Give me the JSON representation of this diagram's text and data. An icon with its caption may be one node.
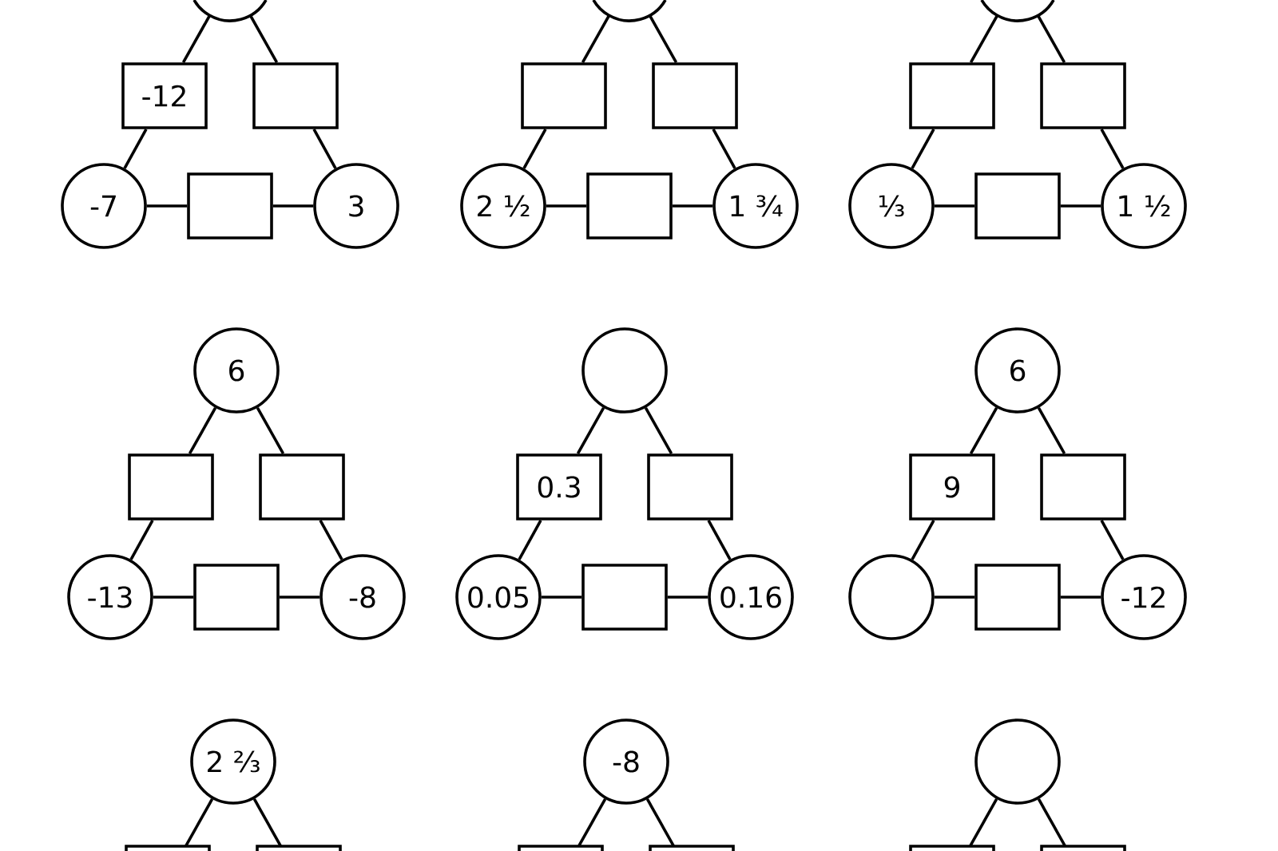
{
  "diagram": {
    "nodes": [
      {
        "text": [],
        "shape": "circle"
      },
      {
        "text": [
          "-12"
        ]
      },
      {
        "text": [],
        "shape": "box"
      },
      {
        "text": [
          "-7"
        ]
      },
      {
        "text": [],
        "shape": "box"
      },
      {
        "text": [
          "3"
        ]
      },
      {
        "text": [],
        "shape": "circle"
      },
      {
        "text": [],
        "shape": "box"
      },
      {
        "text": [],
        "shape": "box"
      },
      {
        "text": [
          "2 ½"
        ]
      },
      {
        "text": [],
        "shape": "box"
      },
      {
        "text": [
          "1 ¾"
        ]
      },
      {
        "text": [],
        "shape": "circle"
      },
      {
        "text": [],
        "shape": "box"
      },
      {
        "text": [],
        "shape": "box"
      },
      {
        "text": [
          "⅓"
        ]
      },
      {
        "text": [],
        "shape": "box"
      },
      {
        "text": [
          "1 ½"
        ]
      },
      {
        "text": [
          "6"
        ]
      },
      {
        "text": [],
        "shape": "box"
      },
      {
        "text": [],
        "shape": "box"
      },
      {
        "text": [
          "-13"
        ]
      },
      {
        "text": [],
        "shape": "box"
      },
      {
        "text": [
          "-8"
        ]
      },
      {
        "text": [],
        "shape": "circle"
      },
      {
        "text": [
          "0.3"
        ]
      },
      {
        "text": [],
        "shape": "box"
      },
      {
        "text": [
          "0.05"
        ]
      },
      {
        "text": [],
        "shape": "box"
      },
      {
        "text": [
          "0.16"
        ]
      },
      {
        "text": [
          "6"
        ]
      },
      {
        "text": [
          "9"
        ]
      },
      {
        "text": [],
        "shape": "box"
      },
      {
        "text": [],
        "shape": "circle"
      },
      {
        "text": [],
        "shape": "box"
      },
      {
        "text": [
          "-12"
        ]
      },
      {
        "text": [
          "2 ⅔"
        ]
      },
      {
        "text": [],
        "shape": "box"
      },
      {
        "text": [],
        "shape": "box"
      },
      {
        "text": [
          "-8"
        ]
      },
      {
        "text": [],
        "shape": "box"
      },
      {
        "text": [],
        "shape": "box"
      },
      {
        "text": [],
        "shape": "circle"
      },
      {
        "text": [],
        "shape": "box"
      },
      {
        "text": [],
        "shape": "box"
      }
    ],
    "edges": [
      {
        "from": 0,
        "to": 1,
        "arrow": "none"
      },
      {
        "from": 1,
        "to": 3,
        "arrow": "none"
      },
      {
        "from": 3,
        "to": 4,
        "arrow": "none"
      },
      {
        "from": 4,
        "to": 5,
        "arrow": "none"
      },
      {
        "from": 5,
        "to": 2,
        "arrow": "none"
      },
      {
        "from": 2,
        "to": 0,
        "arrow": "none"
      },
      {
        "from": 6,
        "to": 7,
        "arrow": "none"
      },
      {
        "from": 7,
        "to": 9,
        "arrow": "none"
      },
      {
        "from": 9,
        "to": 10,
        "arrow": "none"
      },
      {
        "from": 10,
        "to": 11,
        "arrow": "none"
      },
      {
        "from": 11,
        "to": 8,
        "arrow": "none"
      },
      {
        "from": 8,
        "to": 6,
        "arrow": "none"
      },
      {
        "from": 12,
        "to": 13,
        "arrow": "none"
      },
      {
        "from": 13,
        "to": 15,
        "arrow": "none"
      },
      {
        "from": 15,
        "to": 16,
        "arrow": "none"
      },
      {
        "from": 16,
        "to": 17,
        "arrow": "none"
      },
      {
        "from": 17,
        "to": 14,
        "arrow": "none"
      },
      {
        "from": 14,
        "to": 12,
        "arrow": "none"
      },
      {
        "from": 18,
        "to": 19,
        "arrow": "none"
      },
      {
        "from": 19,
        "to": 21,
        "arrow": "none"
      },
      {
        "from": 21,
        "to": 22,
        "arrow": "none"
      },
      {
        "from": 22,
        "to": 23,
        "arrow": "none"
      },
      {
        "from": 23,
        "to": 20,
        "arrow": "none"
      },
      {
        "from": 20,
        "to": 18,
        "arrow": "none"
      },
      {
        "from": 24,
        "to": 25,
        "arrow": "none"
      },
      {
        "from": 25,
        "to": 27,
        "arrow": "none"
      },
      {
        "from": 27,
        "to": 28,
        "arrow": "none"
      },
      {
        "from": 28,
        "to": 29,
        "arrow": "none"
      },
      {
        "from": 29,
        "to": 26,
        "arrow": "none"
      },
      {
        "from": 26,
        "to": 24,
        "arrow": "none"
      },
      {
        "from": 30,
        "to": 31,
        "arrow": "none"
      },
      {
        "from": 31,
        "to": 33,
        "arrow": "none"
      },
      {
        "from": 33,
        "to": 34,
        "arrow": "none"
      },
      {
        "from": 34,
        "to": 35,
        "arrow": "none"
      },
      {
        "from": 35,
        "to": 32,
        "arrow": "none"
      },
      {
        "from": 32,
        "to": 30,
        "arrow": "none"
      },
      {
        "from": 36,
        "to": 37,
        "arrow": "none"
      },
      {
        "from": 36,
        "to": 38,
        "arrow": "none"
      },
      {
        "from": 39,
        "to": 40,
        "arrow": "none"
      },
      {
        "from": 39,
        "to": 41,
        "arrow": "none"
      },
      {
        "from": 42,
        "to": 43,
        "arrow": "none"
      },
      {
        "from": 42,
        "to": 44,
        "arrow": "none"
      }
    ]
  }
}
